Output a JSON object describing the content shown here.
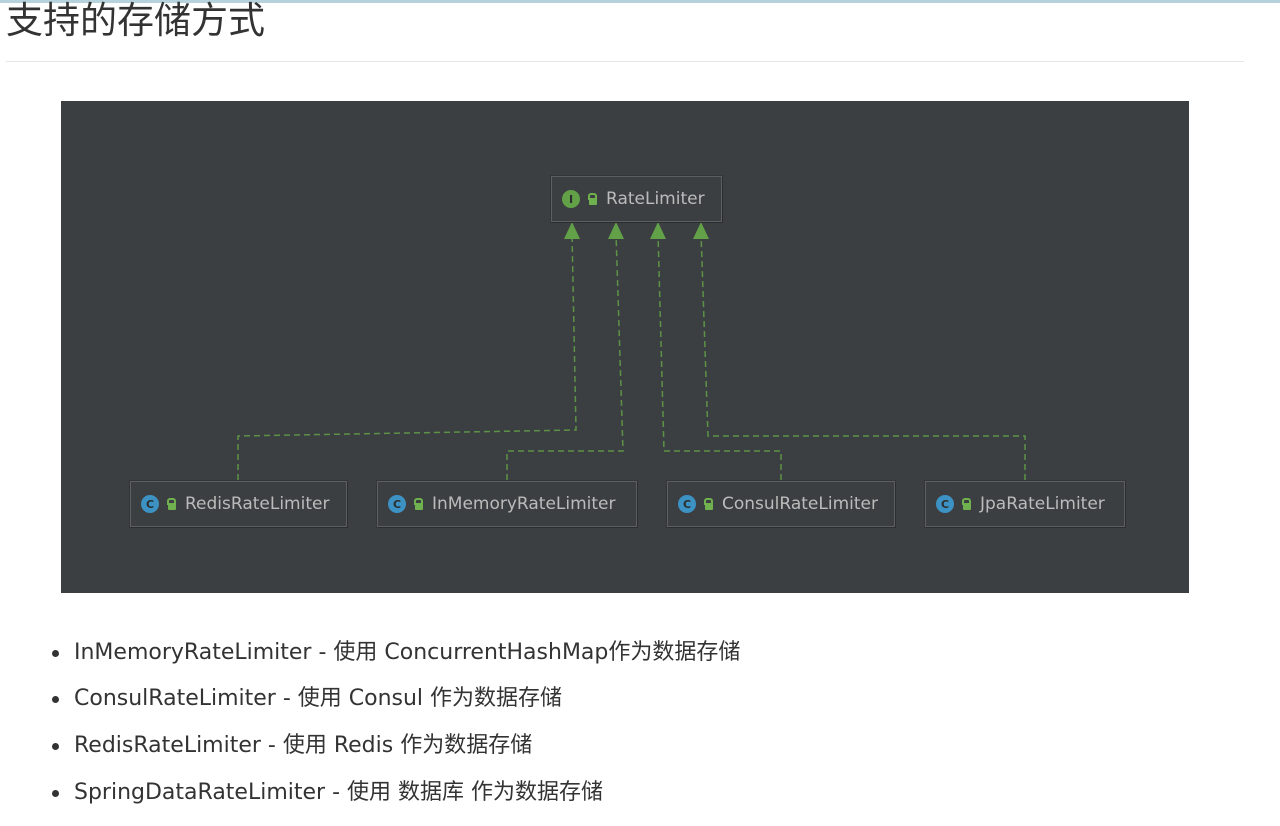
{
  "header": {
    "title": "支持的存储方式"
  },
  "diagram": {
    "interface_node": {
      "label": "RateLimiter",
      "badge": "I",
      "icon": "interface-icon",
      "visibility_icon": "unlock-icon"
    },
    "class_nodes": [
      {
        "label": "RedisRateLimiter",
        "badge": "C",
        "icon": "class-icon"
      },
      {
        "label": "InMemoryRateLimiter",
        "badge": "C",
        "icon": "class-icon"
      },
      {
        "label": "ConsulRateLimiter",
        "badge": "C",
        "icon": "class-icon"
      },
      {
        "label": "JpaRateLimiter",
        "badge": "C",
        "icon": "class-icon"
      }
    ],
    "colors": {
      "background": "#3c3f41",
      "arrow": "#62a148",
      "interface_badge": "#62a148",
      "class_badge": "#3d92c4",
      "text": "#bbbbbb"
    }
  },
  "list": {
    "items": [
      "InMemoryRateLimiter - 使用 ConcurrentHashMap作为数据存储",
      "ConsulRateLimiter - 使用 Consul 作为数据存储",
      "RedisRateLimiter - 使用 Redis 作为数据存储",
      "SpringDataRateLimiter - 使用 数据库 作为数据存储"
    ]
  }
}
